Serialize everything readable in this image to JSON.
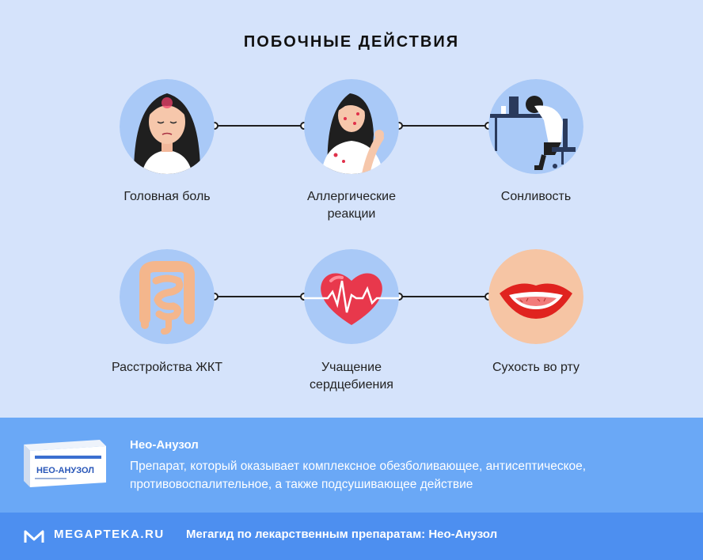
{
  "title": "ПОБОЧНЫЕ ДЕЙСТВИЯ",
  "effects": [
    {
      "label": "Головная боль",
      "icon": "headache-woman-icon"
    },
    {
      "label": "Аллергические реакции",
      "line1": "Аллергические",
      "line2": "реакции",
      "icon": "allergy-woman-icon"
    },
    {
      "label": "Сонливость",
      "icon": "sleepy-person-icon"
    },
    {
      "label": "Расстройства ЖКТ",
      "icon": "intestines-icon"
    },
    {
      "label": "Учащение сердцебиения",
      "line1": "Учащение",
      "line2": "сердцебиения",
      "icon": "heartbeat-icon"
    },
    {
      "label": "Сухость во рту",
      "icon": "dry-mouth-icon"
    }
  ],
  "drug": {
    "name": "Нео-Анузол",
    "description": "Препарат, который оказывает комплексное обезболивающее, антисептическое, противовоспалительное, а также подсушивающее действие",
    "box_text": "НЕО-АНУЗОЛ"
  },
  "footer": {
    "brand": "MEGAPTEKA.RU",
    "guide": "Мегагид по лекарственным препаратам: Нео-Анузол"
  },
  "colors": {
    "background": "#d5e3fb",
    "circle": "#a9c9f7",
    "circle_mouth": "#f6c5a4",
    "banner": "#6aa8f6",
    "footer": "#4d8ff0"
  }
}
